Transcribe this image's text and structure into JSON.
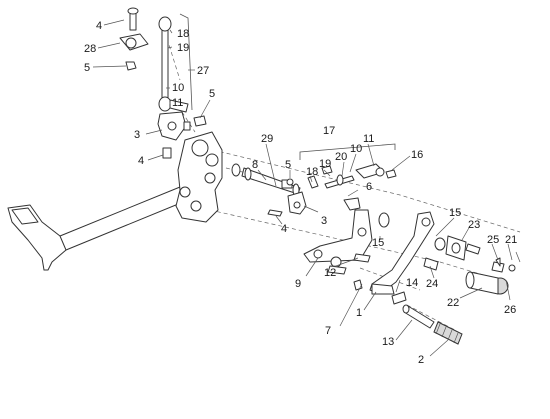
{
  "diagram": {
    "callouts": [
      {
        "label": "4"
      },
      {
        "label": "18"
      },
      {
        "label": "28"
      },
      {
        "label": "19"
      },
      {
        "label": "5"
      },
      {
        "label": "27"
      },
      {
        "label": "10"
      },
      {
        "label": "11"
      },
      {
        "label": "5"
      },
      {
        "label": "3"
      },
      {
        "label": "4"
      },
      {
        "label": "29"
      },
      {
        "label": "8"
      },
      {
        "label": "5"
      },
      {
        "label": "17"
      },
      {
        "label": "19"
      },
      {
        "label": "20"
      },
      {
        "label": "10"
      },
      {
        "label": "11"
      },
      {
        "label": "16"
      },
      {
        "label": "18"
      },
      {
        "label": "6"
      },
      {
        "label": "3"
      },
      {
        "label": "4"
      },
      {
        "label": "15"
      },
      {
        "label": "23"
      },
      {
        "label": "15"
      },
      {
        "label": "25"
      },
      {
        "label": "21"
      },
      {
        "label": "9"
      },
      {
        "label": "12"
      },
      {
        "label": "24"
      },
      {
        "label": "14"
      },
      {
        "label": "22"
      },
      {
        "label": "1"
      },
      {
        "label": "7"
      },
      {
        "label": "13"
      },
      {
        "label": "26"
      },
      {
        "label": "2"
      }
    ]
  }
}
